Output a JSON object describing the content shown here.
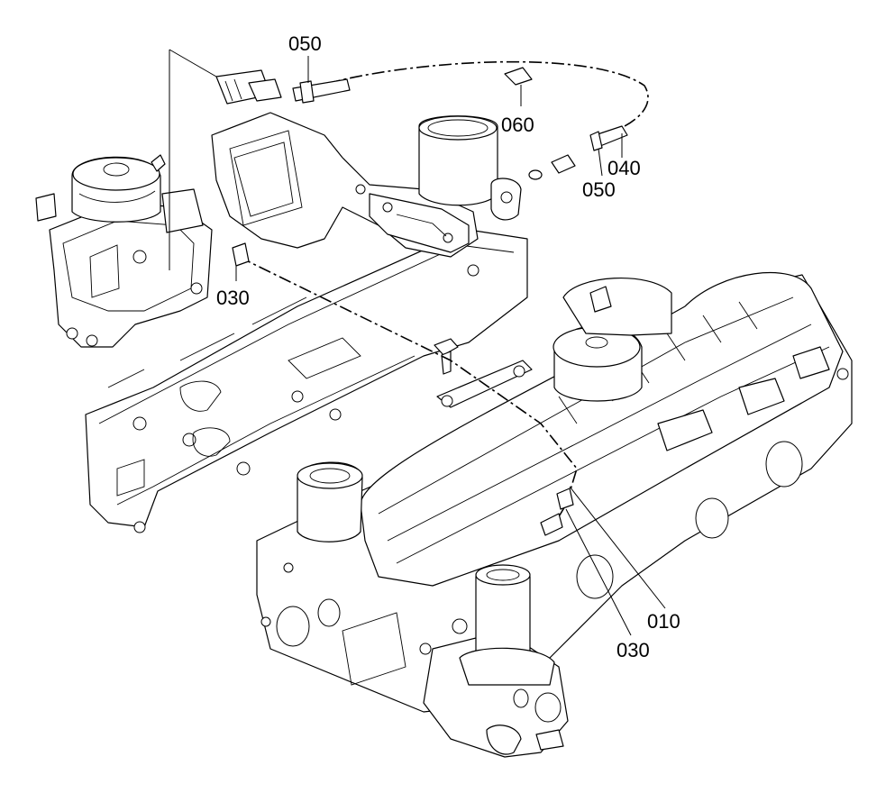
{
  "callouts": {
    "c050_top": "050",
    "c060": "060",
    "c040": "040",
    "c050_right": "050",
    "c030_left": "030",
    "c010": "010",
    "c030_bottom": "030"
  }
}
